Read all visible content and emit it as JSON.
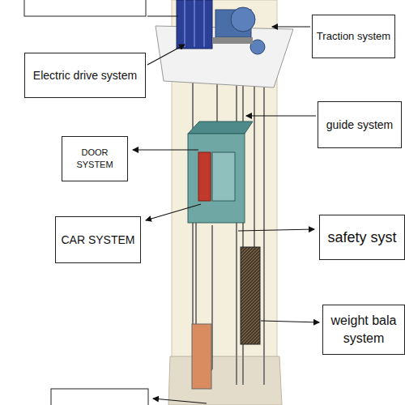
{
  "diagram": {
    "nodes": [
      {
        "text": [
          "Traction system"
        ]
      },
      {
        "text": [
          "Electric drive system"
        ]
      },
      {
        "text": [
          "guide system"
        ]
      },
      {
        "text": [
          "DOOR SYSTEM"
        ]
      },
      {
        "text": [
          "CAR SYSTEM"
        ]
      },
      {
        "text": [
          "safety syst"
        ]
      },
      {
        "text": [
          "weight bala system"
        ]
      }
    ]
  }
}
